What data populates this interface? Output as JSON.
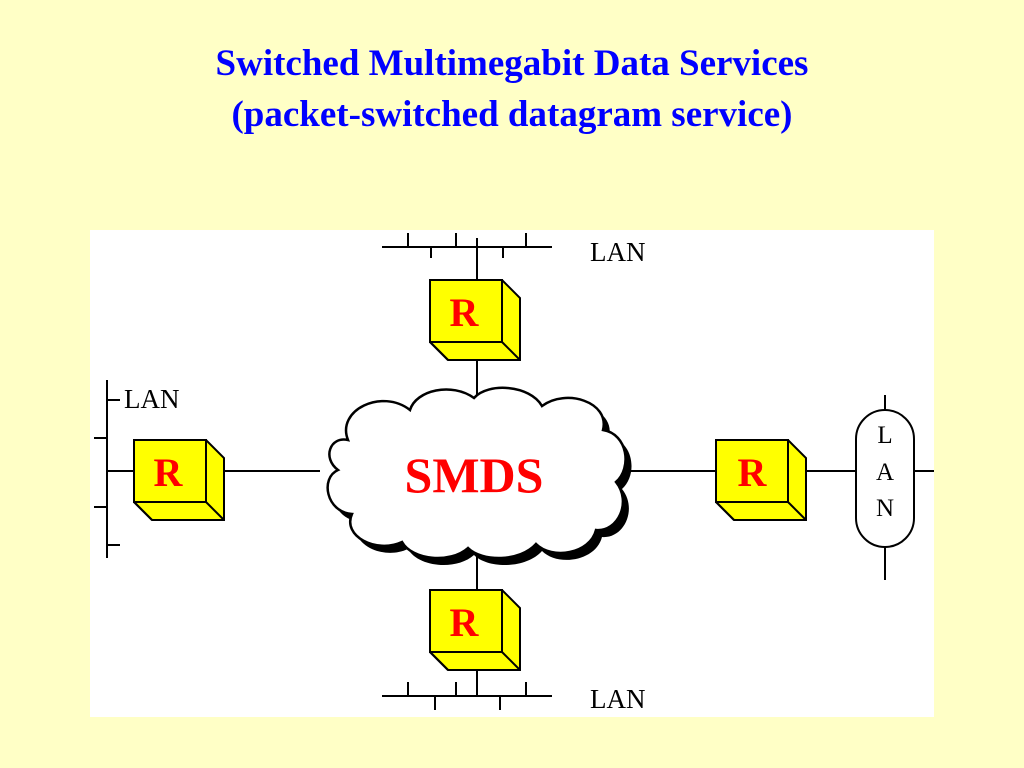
{
  "slide": {
    "title_line1": "Switched Multimegabit Data Services",
    "title_line2": "(packet-switched datagram service)"
  },
  "diagram": {
    "network_label": "SMDS",
    "router_label": "R",
    "lan_label": "LAN",
    "lan_vertical_letters": [
      "L",
      "A",
      "N"
    ],
    "colors": {
      "title": "#0000ff",
      "router_fill": "#ffff00",
      "router_text": "#ff0000",
      "network_text": "#ff0000",
      "background": "#ffffc6",
      "panel": "#ffffff"
    }
  }
}
